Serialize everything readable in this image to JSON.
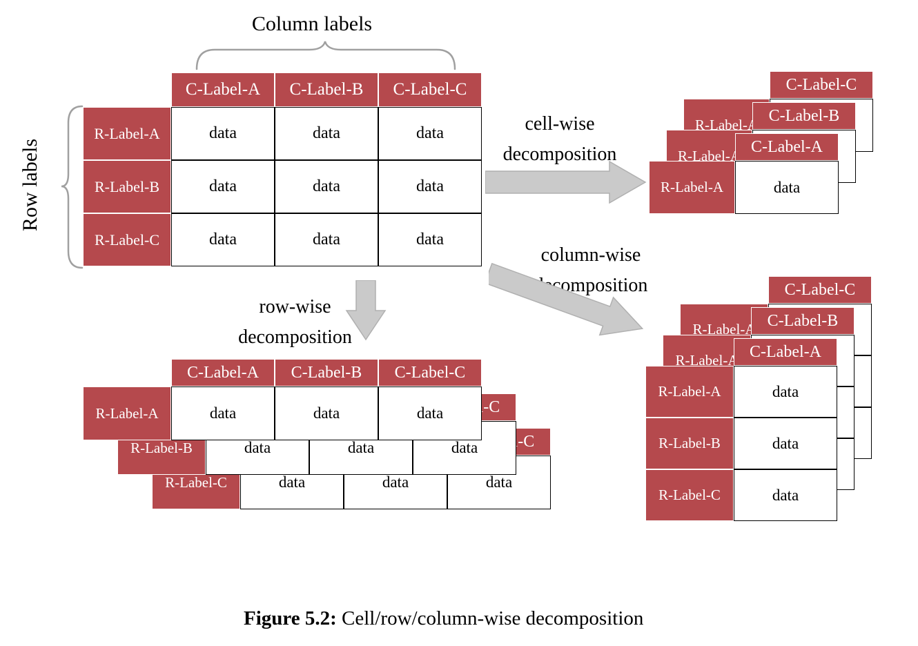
{
  "colors": {
    "label_bg": "#b5494d",
    "label_text": "#ffffff",
    "cell_border": "#000000",
    "arrow_fill": "#cacaca",
    "brace_stroke": "#a0a0a0"
  },
  "annotations": {
    "column_labels": "Column labels",
    "row_labels": "Row labels"
  },
  "labels": {
    "col": [
      "C-Label-A",
      "C-Label-B",
      "C-Label-C"
    ],
    "row": [
      "R-Label-A",
      "R-Label-B",
      "R-Label-C"
    ],
    "data": "data"
  },
  "arrows": {
    "cell": {
      "line1": "cell-wise",
      "line2": "decomposition"
    },
    "row": {
      "line1": "row-wise",
      "line2": "decomposition"
    },
    "column": {
      "line1": "column-wise",
      "line2": "decomposition"
    }
  },
  "caption": {
    "label": "Figure 5.2:",
    "text": " Cell/row/column-wise decomposition"
  }
}
